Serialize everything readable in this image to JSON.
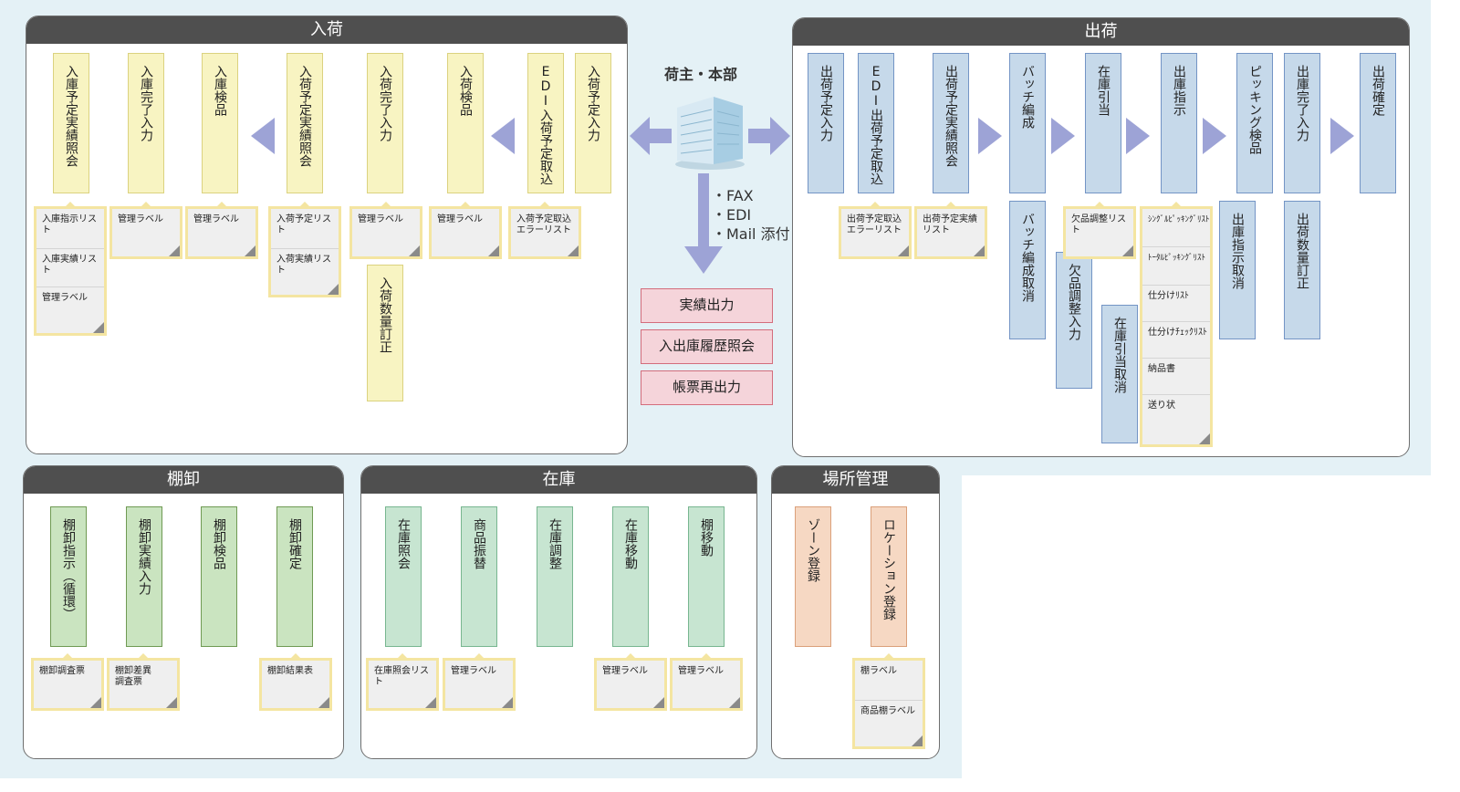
{
  "colors": {
    "yellow": "#f8f4c2",
    "blue": "#c6d9ea",
    "green": "#cae4c0",
    "mint": "#c7e5d1",
    "orange": "#f6d8c3",
    "pink": "#f5d4da",
    "arrow": "#9da3d6",
    "header": "#4f4f4f"
  },
  "center": {
    "hq_label": "荷主・本部",
    "channels": [
      "・FAX",
      "・EDI",
      "・Mail 添付"
    ],
    "reports": [
      "実績出力",
      "入出庫履歴照会",
      "帳票再出力"
    ]
  },
  "inbound": {
    "title": "入荷",
    "boxes": [
      "入庫予定実績照会",
      "入庫完了入力",
      "入庫検品",
      "入荷予定実績照会",
      "入荷完了入力",
      "入荷検品",
      "EDI入荷予定取込",
      "入荷予定入力",
      "入荷数量訂正"
    ],
    "slips": {
      "s1": [
        "入庫指示リスト",
        "入庫実績リスト",
        "管理ラベル"
      ],
      "s2": [
        "管理ラベル"
      ],
      "s3": [
        "管理ラベル"
      ],
      "s4": [
        "入荷予定リスト",
        "入荷実績リスト"
      ],
      "s5": [
        "管理ラベル"
      ],
      "s6": [
        "管理ラベル"
      ],
      "s7": [
        "入荷予定取込エラーリスト"
      ]
    }
  },
  "outbound": {
    "title": "出荷",
    "boxes": [
      "出荷予定入力",
      "EDI出荷予定取込",
      "出荷予定実績照会",
      "バッチ編成",
      "在庫引当",
      "出庫指示",
      "ピッキング検品",
      "出庫完了入力",
      "出荷確定",
      "バッチ編成取消",
      "欠品調整入力",
      "在庫引当取消",
      "出庫指示取消",
      "出荷数量訂正"
    ],
    "slips": {
      "s1": [
        "出荷予定取込エラーリスト"
      ],
      "s2": [
        "出荷予定実績リスト"
      ],
      "s3": [
        "欠品調整リスト"
      ],
      "s4": [
        "ｼﾝｸﾞﾙﾋﾟｯｷﾝｸﾞﾘｽﾄ",
        "ﾄｰﾀﾙﾋﾟｯｷﾝｸﾞﾘｽﾄ",
        "仕分けﾘｽﾄ",
        "仕分けﾁｪｯｸﾘｽﾄ",
        "納品書",
        "送り状"
      ]
    }
  },
  "inventory": {
    "title": "棚卸",
    "boxes": [
      "棚卸指示（循環）",
      "棚卸実績入力",
      "棚卸検品",
      "棚卸確定"
    ],
    "slips": {
      "s1": [
        "棚卸調査票"
      ],
      "s2": [
        "棚卸差異調査票"
      ],
      "s3": [
        "棚卸結果表"
      ]
    }
  },
  "stock": {
    "title": "在庫",
    "boxes": [
      "在庫照会",
      "商品振替",
      "在庫調整",
      "在庫移動",
      "棚移動"
    ],
    "slips": {
      "s1": [
        "在庫照会リスト"
      ],
      "s2": [
        "管理ラベル"
      ],
      "s3": [
        "管理ラベル"
      ],
      "s4": [
        "管理ラベル"
      ]
    }
  },
  "location": {
    "title": "場所管理",
    "boxes": [
      "ゾーン登録",
      "ロケーション登録"
    ],
    "slips": {
      "s1": [
        "棚ラベル",
        "商品棚ラベル"
      ]
    }
  }
}
